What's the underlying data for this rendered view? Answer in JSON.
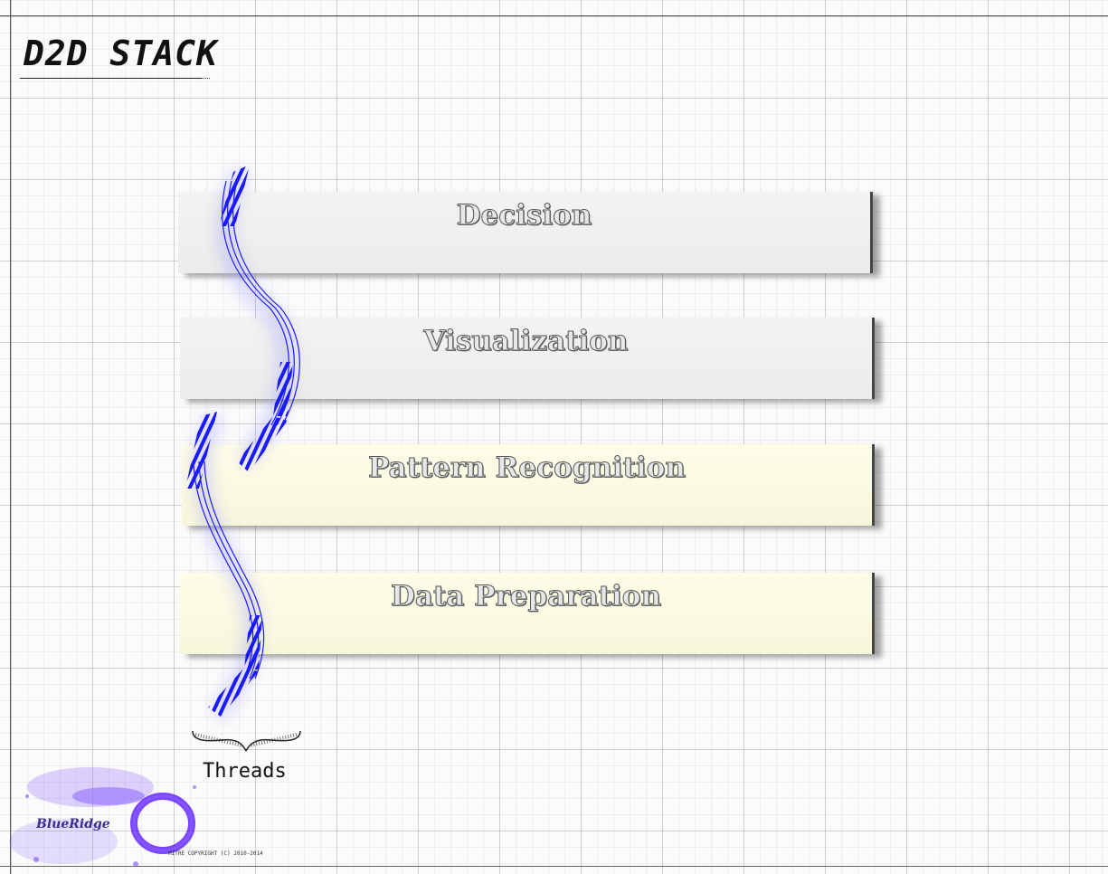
{
  "title": "D2D STACK",
  "layers": [
    {
      "label": "Decision",
      "tint": "grey"
    },
    {
      "label": "Visualization",
      "tint": "grey"
    },
    {
      "label": "Pattern Recognition",
      "tint": "yellow"
    },
    {
      "label": "Data Preparation",
      "tint": "yellow"
    }
  ],
  "threads_label": "Threads",
  "logo": {
    "text": "BlueRidge"
  },
  "copyright": "MITRE COPYRIGHT (C) 2010-2014",
  "colors": {
    "thread": "#1a1aff",
    "logo": "#7a4dff"
  }
}
